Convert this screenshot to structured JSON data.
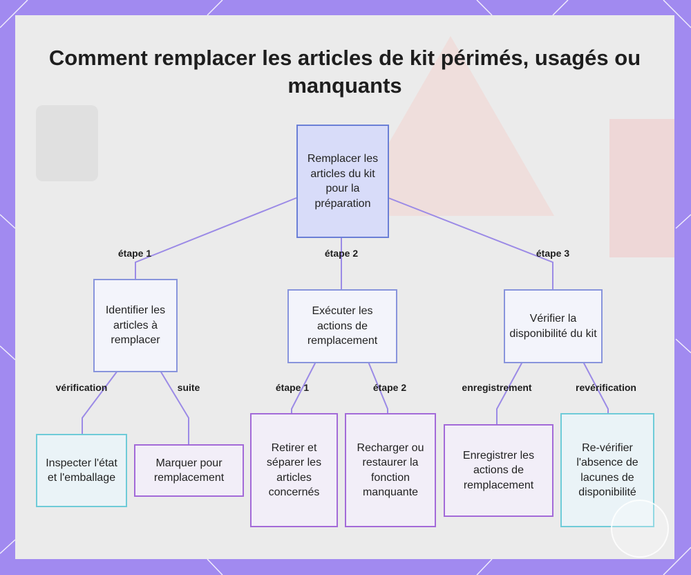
{
  "title": "Comment remplacer les articles de kit périmés, usagés ou manquants",
  "nodes": {
    "root": "Remplacer les articles du kit pour la préparation",
    "identify": "Identifier les articles à remplacer",
    "execute": "Exécuter les actions de remplacement",
    "verify": "Vérifier la disponibilité du kit",
    "inspect": "Inspecter l'état et l'emballage",
    "mark": "Marquer pour remplacement",
    "remove": "Retirer et séparer les articles concernés",
    "recharge": "Recharger ou restaurer la fonction manquante",
    "record": "Enregistrer les actions de remplacement",
    "recheck": "Re-vérifier l'absence de lacunes de disponibilité"
  },
  "edge_labels": {
    "root_identify": "étape 1",
    "root_execute": "étape 2",
    "root_verify": "étape 3",
    "identify_inspect": "vérification",
    "identify_mark": "suite",
    "execute_remove": "étape 1",
    "execute_recharge": "étape 2",
    "verify_record": "enregistrement",
    "verify_recheck": "revérification"
  },
  "colors": {
    "frame": "#a18af0",
    "edge": "#9b8ae6",
    "root_fill": "#d8dcf9",
    "step_border": "#8894dc",
    "leaf_cyan_border": "#6ecbd8",
    "leaf_purple_border": "#a36ad8"
  }
}
